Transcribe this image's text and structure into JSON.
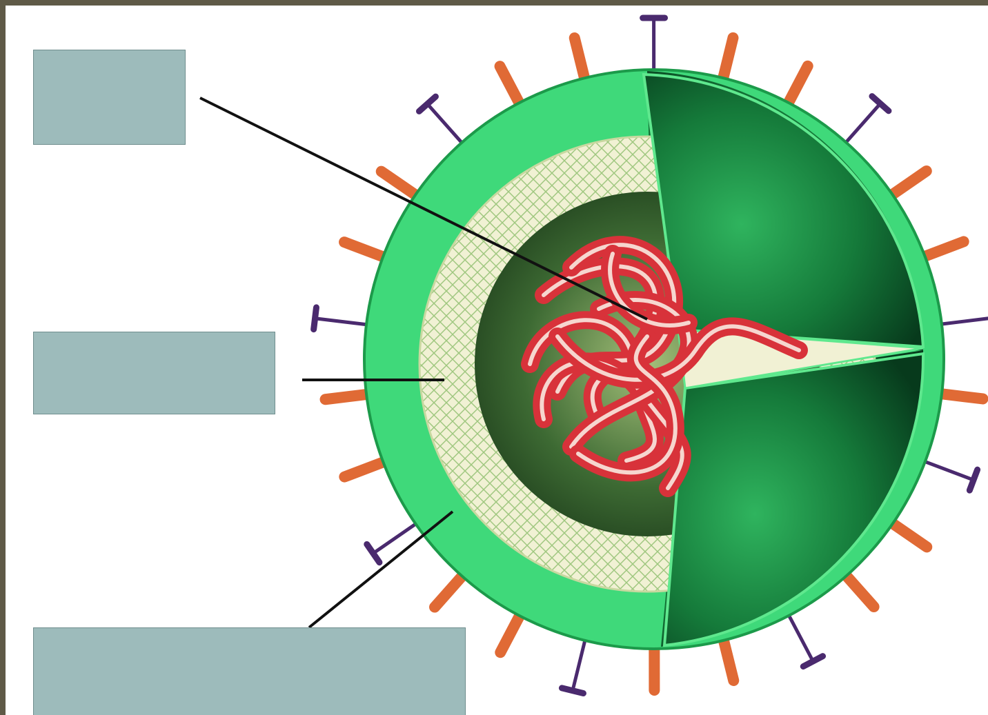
{
  "labels": [
    {
      "id": "genetic-material",
      "text": ""
    },
    {
      "id": "capsid",
      "text": ""
    },
    {
      "id": "envelope",
      "text": ""
    }
  ],
  "colors": {
    "frame": "#5f5a47",
    "label_fill": "#9dbbbb",
    "envelope_light": "#3fd97a",
    "envelope_dark": "#0e5a2c",
    "capsid_cream": "#f2f2d2",
    "rna_red": "#d8323a",
    "spike_orange": "#e06a35",
    "spike_purple": "#4a2a6e",
    "leader_line": "#111111"
  },
  "icons": [
    "virus-particle",
    "spike-protein",
    "rna-strand"
  ]
}
